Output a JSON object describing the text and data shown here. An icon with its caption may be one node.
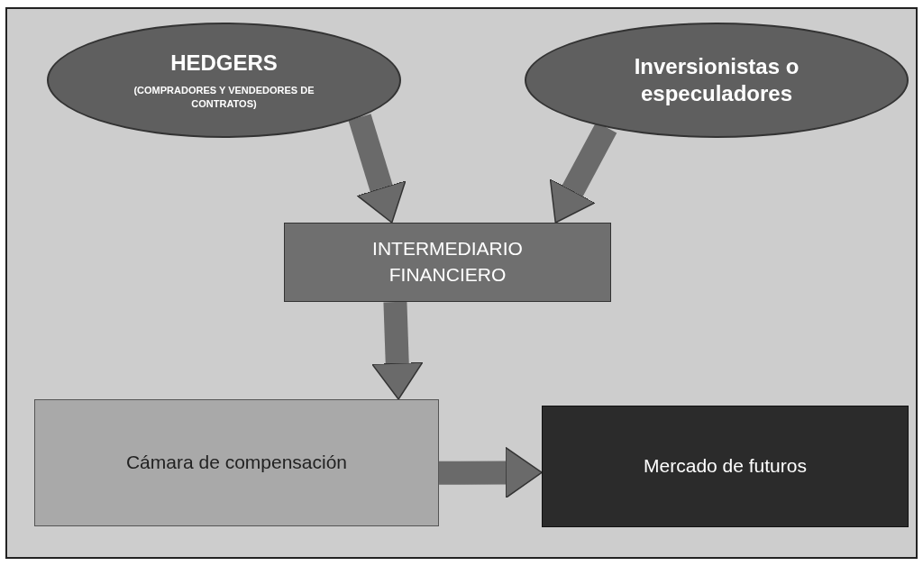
{
  "diagram": {
    "nodes": [
      {
        "text": [
          "HEDGERS",
          "(COMPRADORES Y VENDEDORES DE CONTRATOS)"
        ]
      },
      {
        "text": [
          "Inversionistas o especuladores"
        ]
      },
      {
        "text": [
          "INTERMEDIARIO FINANCIERO"
        ]
      },
      {
        "text": [
          "Cámara de compensación"
        ]
      },
      {
        "text": [
          "Mercado de futuros"
        ]
      }
    ],
    "edges": [
      {
        "from": 0,
        "to": 2,
        "arrow": "to"
      },
      {
        "from": 1,
        "to": 2,
        "arrow": "to"
      },
      {
        "from": 2,
        "to": 3,
        "arrow": "to"
      },
      {
        "from": 3,
        "to": 4,
        "arrow": "to"
      }
    ]
  }
}
